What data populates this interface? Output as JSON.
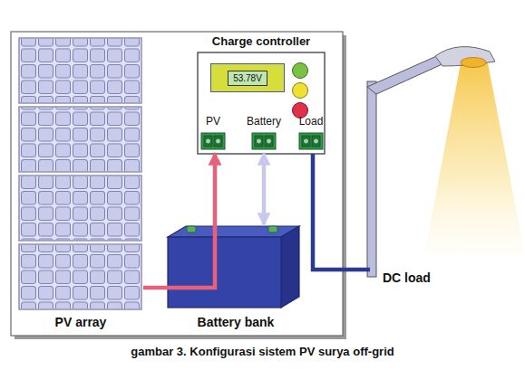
{
  "diagram": {
    "caption": "gambar 3. Konfigurasi sistem PV surya off-grid",
    "nodes": [
      {
        "text": [
          "PV array"
        ]
      },
      {
        "text": [
          "Charge controller"
        ]
      },
      {
        "text": [
          "53.78V"
        ],
        "in": 1
      },
      {
        "text": [
          "Battery bank"
        ]
      },
      {
        "text": [
          "DC load"
        ]
      }
    ],
    "edges": [
      {
        "from": 0,
        "to": 1,
        "arrow": "to"
      },
      {
        "from": 1,
        "to": 3,
        "arrow": "both"
      },
      {
        "from": 1,
        "to": 4,
        "arrow": "none"
      }
    ],
    "labels": [
      "PV",
      "Battery",
      "Load"
    ]
  }
}
